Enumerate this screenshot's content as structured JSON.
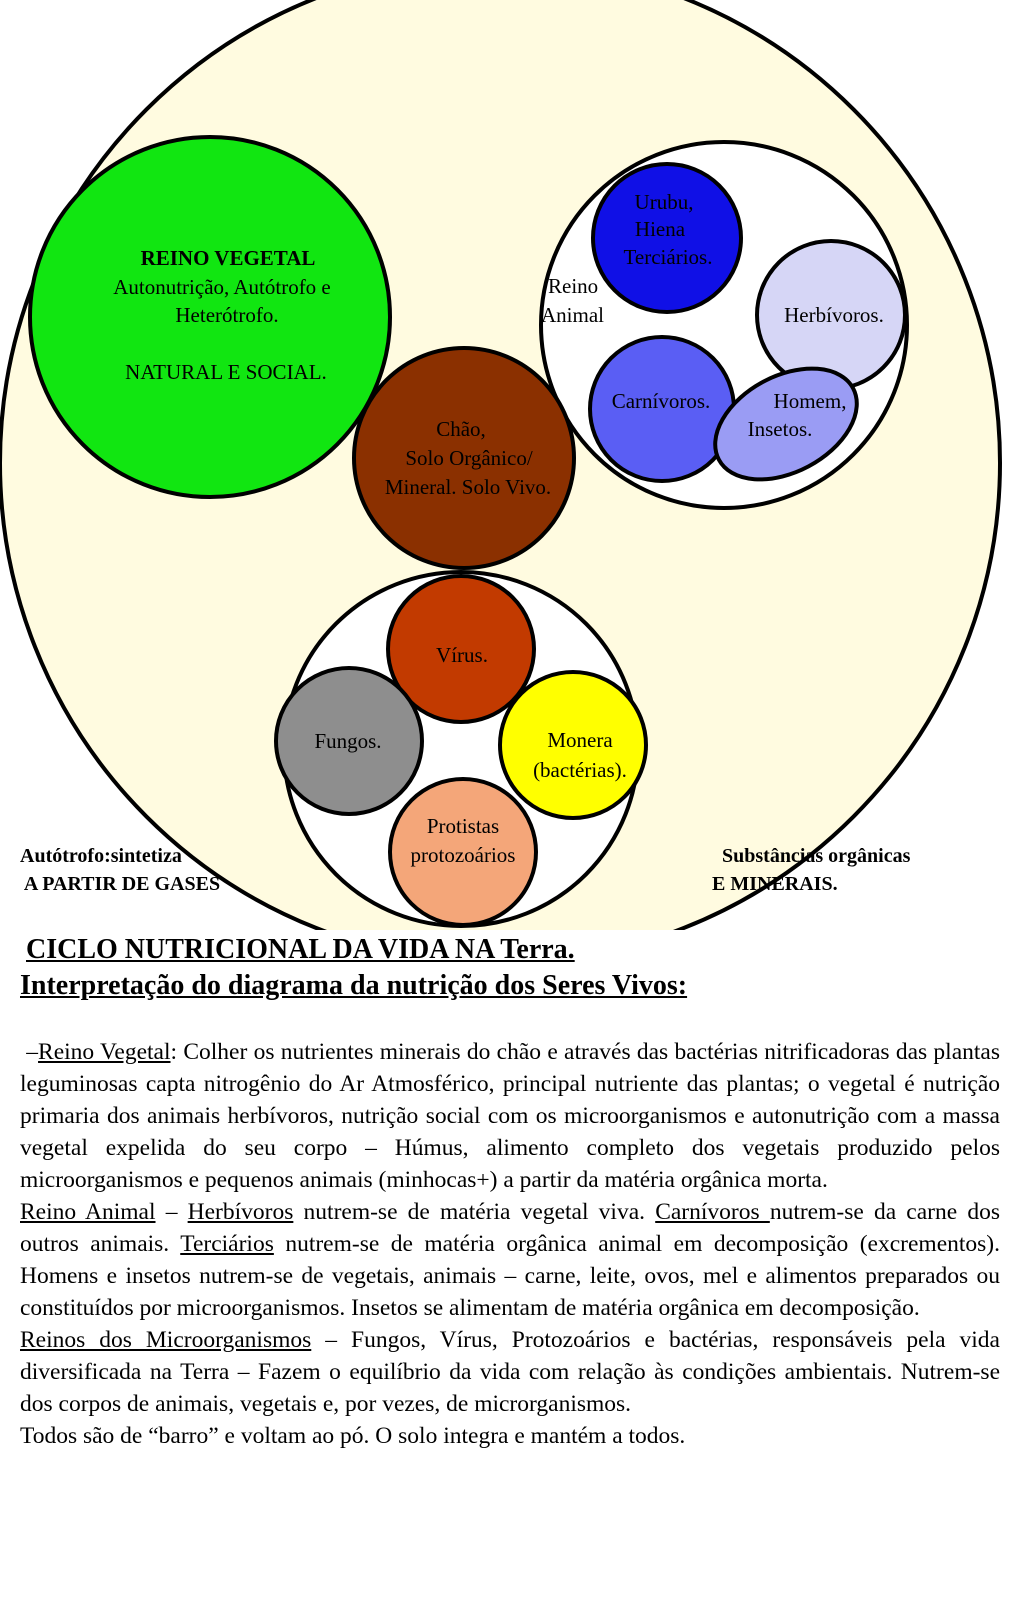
{
  "diagram": {
    "reino_vegetal": {
      "title": "REINO VEGETAL",
      "lines": [
        "Autonutrição, Autótrofo e",
        "Heterótrofo.",
        "NATURAL E SOCIAL."
      ],
      "color": "#11e611"
    },
    "reino_animal": {
      "label_lines": [
        "Reino",
        "Animal"
      ],
      "tercarios_lines": [
        "Urubu,",
        "Hiena",
        "Terciários."
      ],
      "herbivoros": "Herbívoros.",
      "carnivoros": "Carnívoros.",
      "homem_lines": [
        "Homem,",
        "Insetos."
      ]
    },
    "chao": {
      "lines": [
        "Chão,",
        "Solo Orgânico/",
        "Mineral. Solo Vivo."
      ],
      "color": "#8b3000"
    },
    "microorganismos": {
      "virus": "Vírus.",
      "fungos": "Fungos.",
      "monera_lines": [
        "Monera",
        "(bactérias)."
      ],
      "protistas_lines": [
        "Protistas",
        "protozoários"
      ]
    },
    "notes": {
      "left_lines": [
        "Autótrofo:sintetiza",
        " A PARTIR DE GASES"
      ],
      "right_lines": [
        "Substâncias orgânicas",
        "E MINERAIS."
      ]
    }
  },
  "headings": {
    "title": "CICLO NUTRICIONAL DA VIDA NA Terra.",
    "subtitle": "Interpretação do diagrama da nutrição dos Seres Vivos:"
  },
  "text": {
    "p1_dash": "–",
    "p1_label": "Reino Vegetal",
    "p1_text": ": Colher os nutrientes minerais do chão e através das bactérias nitrificadoras das plantas leguminosas capta nitrogênio do Ar Atmosférico, principal nutriente das plantas; o vegetal é nutrição primaria dos animais herbívoros, nutrição social com os microorganismos e autonutrição com a massa vegetal expelida do seu corpo – Húmus, alimento completo dos vegetais produzido pelos microorganismos e pequenos animais (minhocas+) a partir da matéria orgânica morta.",
    "p2_label": "Reino Animal",
    "p2_a": " – ",
    "p2_herb": "Herbívoros",
    "p2_b": " nutrem-se de matéria vegetal viva. ",
    "p2_carn": "Carnívoros ",
    "p2_c": "nutrem-se da carne dos outros animais. ",
    "p2_terc": "Terciários",
    "p2_d": " nutrem-se de matéria orgânica animal em decomposição (excrementos). Homens e insetos nutrem-se de vegetais, animais – carne, leite, ovos, mel e alimentos preparados ou constituídos por microorganismos. Insetos se alimentam de matéria orgânica em decomposição.",
    "p3_label": "Reinos dos Microorganismos",
    "p3_text": " – Fungos, Vírus, Protozoários e bactérias, responsáveis pela vida diversificada na Terra – Fazem o equilíbrio da vida com relação às condições ambientais. Nutrem-se dos corpos de animais, vegetais e, por vezes, de microrganismos.",
    "p4": "Todos são de “barro” e voltam ao pó. O solo integra e mantém a todos."
  }
}
